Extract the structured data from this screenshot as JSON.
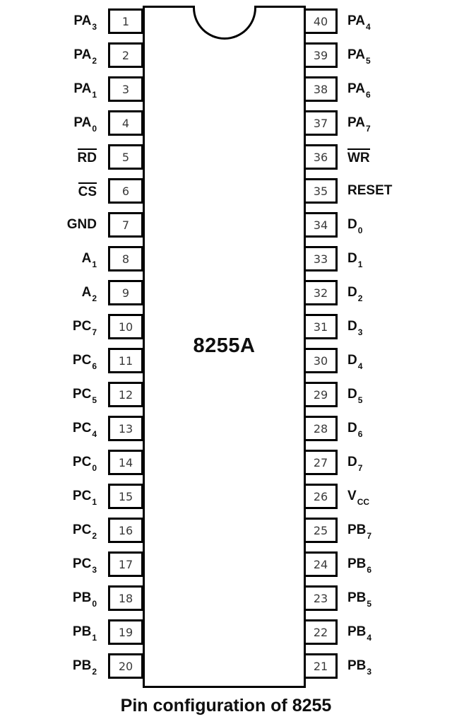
{
  "title": "Pin configuration of 8255",
  "chip": {
    "label": "8255A"
  },
  "colors": {
    "line": "#000000",
    "background": "#ffffff",
    "label_text": "#101010",
    "number_text": "#3a3a3a"
  },
  "pins": {
    "left": [
      {
        "num": "1",
        "label": "PA",
        "sub": "3",
        "overline": false
      },
      {
        "num": "2",
        "label": "PA",
        "sub": "2",
        "overline": false
      },
      {
        "num": "3",
        "label": "PA",
        "sub": "1",
        "overline": false
      },
      {
        "num": "4",
        "label": "PA",
        "sub": "0",
        "overline": false
      },
      {
        "num": "5",
        "label": "RD",
        "sub": "",
        "overline": true
      },
      {
        "num": "6",
        "label": "CS",
        "sub": "",
        "overline": true
      },
      {
        "num": "7",
        "label": "GND",
        "sub": "",
        "overline": false
      },
      {
        "num": "8",
        "label": "A",
        "sub": "1",
        "overline": false
      },
      {
        "num": "9",
        "label": "A",
        "sub": "2",
        "overline": false
      },
      {
        "num": "10",
        "label": "PC",
        "sub": "7",
        "overline": false
      },
      {
        "num": "11",
        "label": "PC",
        "sub": "6",
        "overline": false
      },
      {
        "num": "12",
        "label": "PC",
        "sub": "5",
        "overline": false
      },
      {
        "num": "13",
        "label": "PC",
        "sub": "4",
        "overline": false
      },
      {
        "num": "14",
        "label": "PC",
        "sub": "0",
        "overline": false
      },
      {
        "num": "15",
        "label": "PC",
        "sub": "1",
        "overline": false
      },
      {
        "num": "16",
        "label": "PC",
        "sub": "2",
        "overline": false
      },
      {
        "num": "17",
        "label": "PC",
        "sub": "3",
        "overline": false
      },
      {
        "num": "18",
        "label": "PB",
        "sub": "0",
        "overline": false
      },
      {
        "num": "19",
        "label": "PB",
        "sub": "1",
        "overline": false
      },
      {
        "num": "20",
        "label": "PB",
        "sub": "2",
        "overline": false
      }
    ],
    "right": [
      {
        "num": "40",
        "label": "PA",
        "sub": "4",
        "overline": false
      },
      {
        "num": "39",
        "label": "PA",
        "sub": "5",
        "overline": false
      },
      {
        "num": "38",
        "label": "PA",
        "sub": "6",
        "overline": false
      },
      {
        "num": "37",
        "label": "PA",
        "sub": "7",
        "overline": false
      },
      {
        "num": "36",
        "label": "WR",
        "sub": "",
        "overline": true
      },
      {
        "num": "35",
        "label": "RESET",
        "sub": "",
        "overline": false
      },
      {
        "num": "34",
        "label": "D",
        "sub": "0",
        "overline": false
      },
      {
        "num": "33",
        "label": "D",
        "sub": "1",
        "overline": false
      },
      {
        "num": "32",
        "label": "D",
        "sub": "2",
        "overline": false
      },
      {
        "num": "31",
        "label": "D",
        "sub": "3",
        "overline": false
      },
      {
        "num": "30",
        "label": "D",
        "sub": "4",
        "overline": false
      },
      {
        "num": "29",
        "label": "D",
        "sub": "5",
        "overline": false
      },
      {
        "num": "28",
        "label": "D",
        "sub": "6",
        "overline": false
      },
      {
        "num": "27",
        "label": "D",
        "sub": "7",
        "overline": false
      },
      {
        "num": "26",
        "label": "V",
        "sub": "CC",
        "overline": false
      },
      {
        "num": "25",
        "label": "PB",
        "sub": "7",
        "overline": false
      },
      {
        "num": "24",
        "label": "PB",
        "sub": "6",
        "overline": false
      },
      {
        "num": "23",
        "label": "PB",
        "sub": "5",
        "overline": false
      },
      {
        "num": "22",
        "label": "PB",
        "sub": "4",
        "overline": false
      },
      {
        "num": "21",
        "label": "PB",
        "sub": "3",
        "overline": false
      }
    ]
  }
}
